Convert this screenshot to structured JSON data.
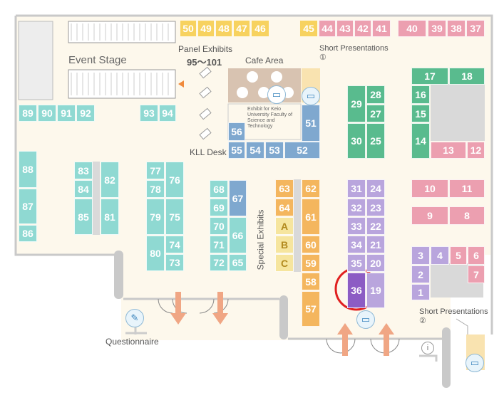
{
  "labels": {
    "event_stage": "Event Stage",
    "panel_exhibits": "Panel Exhibits",
    "panel_range": "95～101",
    "cafe_area": "Cafe Area",
    "short_pres_1": "Short Presentations ①",
    "short_pres_2": "Short Presentations ②",
    "exhibit_keio": "Exhibit for Keio University Faculty of Science and Technology",
    "kll_desk": "KLL Desk",
    "special_exhibits": "Special Exhibits",
    "questionnaire": "Questionnaire"
  },
  "booths": {
    "b50": "50",
    "b49": "49",
    "b48": "48",
    "b47": "47",
    "b46": "46",
    "b45": "45",
    "b44": "44",
    "b43": "43",
    "b42": "42",
    "b41": "41",
    "b40": "40",
    "b39": "39",
    "b38": "38",
    "b37": "37",
    "b89": "89",
    "b90": "90",
    "b91": "91",
    "b92": "92",
    "b93": "93",
    "b94": "94",
    "b56": "56",
    "b51": "51",
    "b55": "55",
    "b54": "54",
    "b53": "53",
    "b52": "52",
    "b29": "29",
    "b28": "28",
    "b27": "27",
    "b30": "30",
    "b25": "25",
    "b17": "17",
    "b18": "18",
    "b16": "16",
    "b15": "15",
    "b14": "14",
    "b13": "13",
    "b12": "12",
    "b88": "88",
    "b87": "87",
    "b86": "86",
    "b83": "83",
    "b84": "84",
    "b85": "85",
    "b82": "82",
    "b81": "81",
    "b77": "77",
    "b78": "78",
    "b79": "79",
    "b80": "80",
    "b76": "76",
    "b75": "75",
    "b74": "74",
    "b73": "73",
    "b68": "68",
    "b69": "69",
    "b70": "70",
    "b71": "71",
    "b72": "72",
    "b67": "67",
    "b66": "66",
    "b65": "65",
    "b63": "63",
    "b64": "64",
    "bA": "A",
    "bB": "B",
    "bC": "C",
    "b62": "62",
    "b61": "61",
    "b60": "60",
    "b59": "59",
    "b58": "58",
    "b57": "57",
    "b31": "31",
    "b32": "32",
    "b33": "33",
    "b34": "34",
    "b35": "35",
    "b36": "36",
    "b24": "24",
    "b23": "23",
    "b22": "22",
    "b21": "21",
    "b20": "20",
    "b19": "19",
    "b10": "10",
    "b11": "11",
    "b9": "9",
    "b8": "8",
    "b3": "3",
    "b4": "4",
    "b5": "5",
    "b6": "6",
    "b2": "2",
    "b7": "7",
    "b1": "1"
  },
  "highlighted_booth": "36",
  "colors": {
    "floor": "#fdf8ec",
    "wall": "#c9c9c9",
    "yellow": "#f7d25f",
    "pink": "#ec9fb0",
    "teal": "#8fd9d2",
    "green": "#59bb8e",
    "blue": "#7fa8cf",
    "orange": "#f4b65e",
    "violet": "#b9a5dd",
    "highlight": "#8c5cc4",
    "circle": "#e02020",
    "arrow": "#f0a684"
  },
  "icons": [
    "screen-icon",
    "questionnaire-icon",
    "info-icon",
    "arrow-icon"
  ]
}
